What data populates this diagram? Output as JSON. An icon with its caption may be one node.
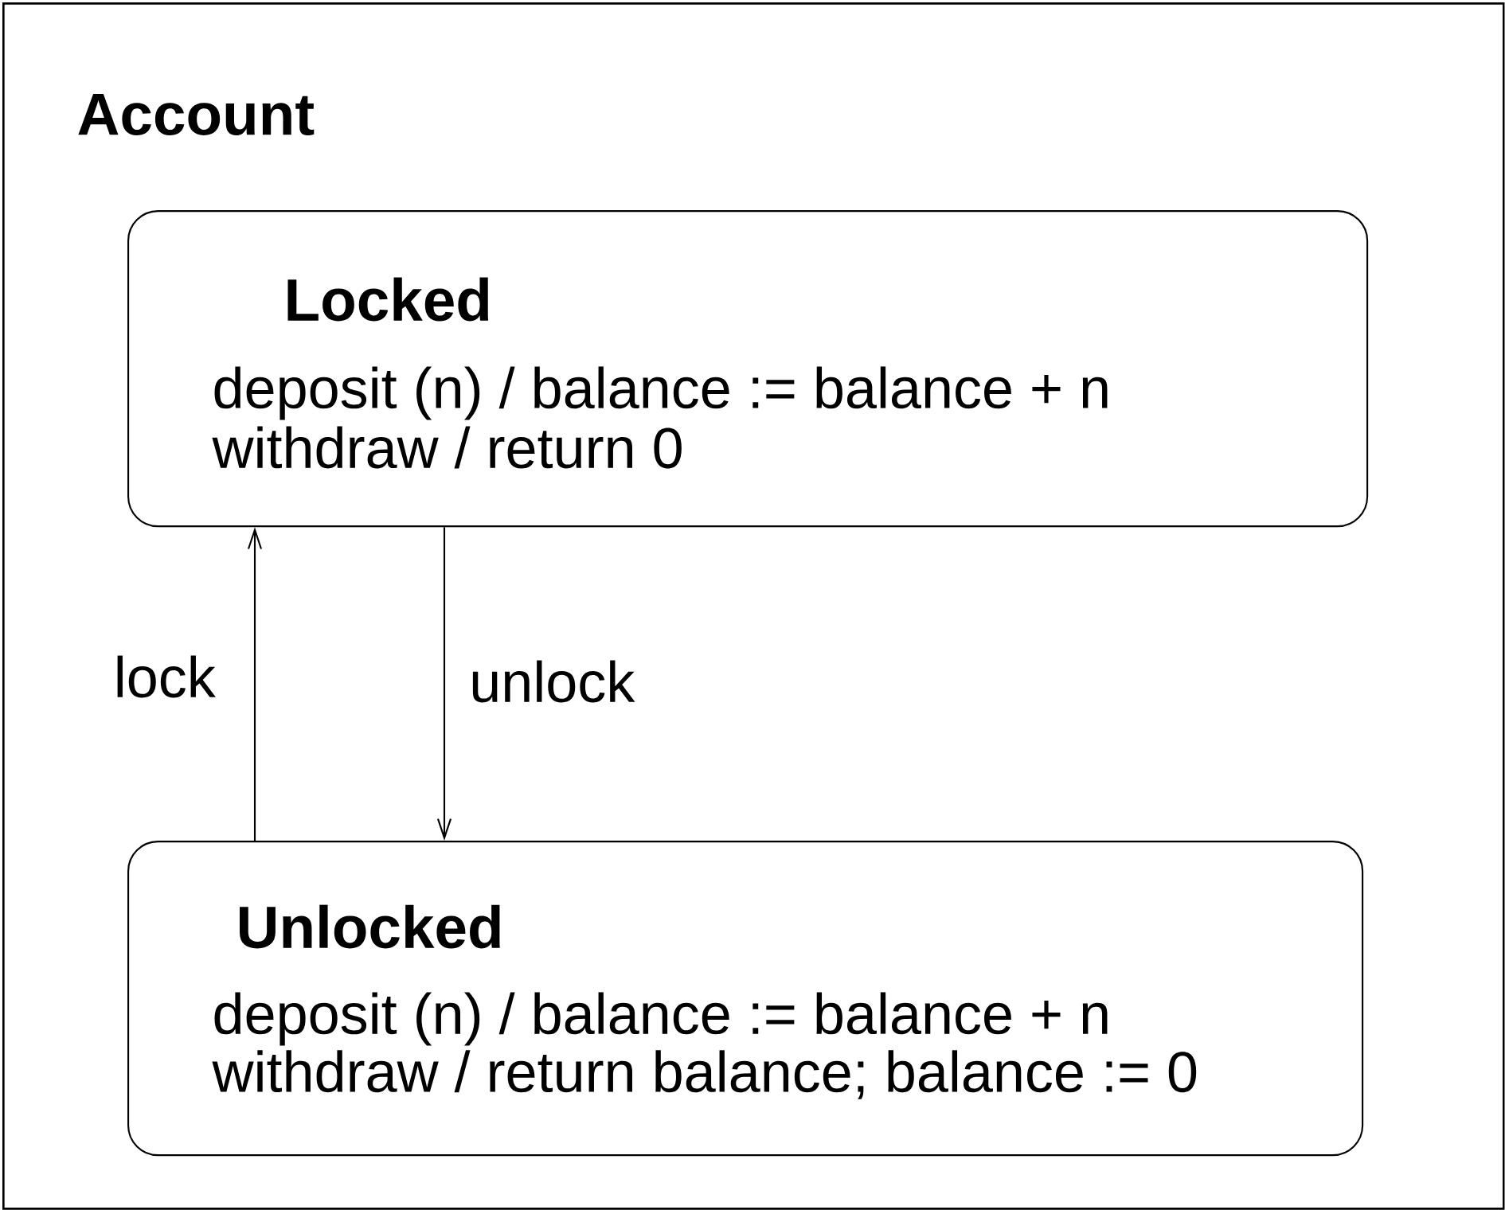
{
  "diagram": {
    "nodes": [
      {
        "text": [
          "Account"
        ]
      },
      {
        "text": [
          "Locked",
          "deposit (n) / balance := balance + n",
          "withdraw / return 0"
        ],
        "in": 0
      },
      {
        "text": [
          "Unlocked",
          "deposit (n) / balance := balance + n",
          "withdraw / return balance; balance := 0"
        ],
        "in": 0
      }
    ],
    "edges": [
      {
        "from": 2,
        "to": 1,
        "arrow": "to",
        "label": "lock"
      },
      {
        "from": 1,
        "to": 2,
        "arrow": "to",
        "label": "unlock"
      }
    ]
  }
}
